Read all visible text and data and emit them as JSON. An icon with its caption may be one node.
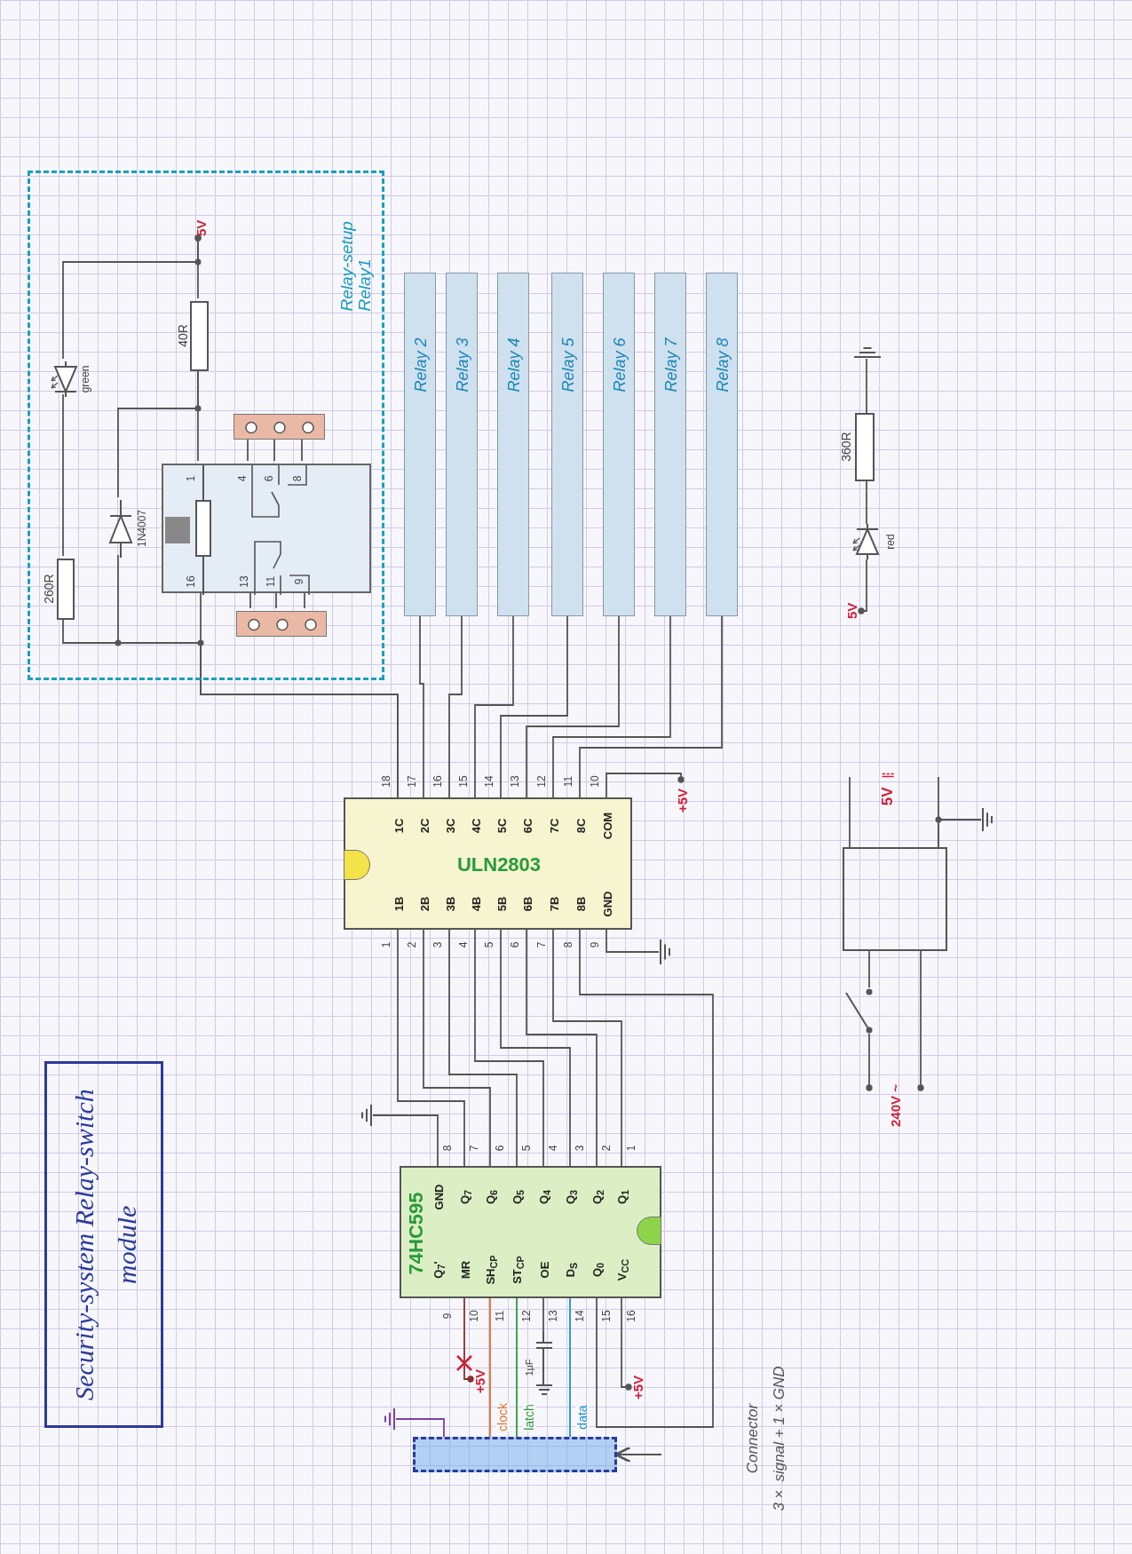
{
  "diagram": {
    "title": "Security-system Relay-switch module",
    "nodes": [
      {
        "text": [
          "Relay-setup Relay1"
        ]
      },
      {
        "text": [
          "5V"
        ],
        "in": 0
      },
      {
        "text": [
          "40R"
        ],
        "in": 0
      },
      {
        "text": [
          "green"
        ],
        "in": 0
      },
      {
        "text": [
          "260R"
        ],
        "in": 0
      },
      {
        "text": [
          "1N4007"
        ],
        "in": 0
      },
      {
        "text": [
          "1",
          "16",
          "4",
          "6",
          "8",
          "13",
          "11",
          "9"
        ],
        "in": 0
      },
      {
        "text": [],
        "shape": "box",
        "in": 0
      },
      {
        "text": [],
        "shape": "box",
        "in": 0
      },
      {
        "text": [
          "Relay 2"
        ]
      },
      {
        "text": [
          "Relay 3"
        ]
      },
      {
        "text": [
          "Relay 4"
        ]
      },
      {
        "text": [
          "Relay 5"
        ]
      },
      {
        "text": [
          "Relay 6"
        ]
      },
      {
        "text": [
          "Relay 7"
        ]
      },
      {
        "text": [
          "Relay 8"
        ]
      },
      {
        "text": [
          "ULN2803",
          "1C",
          "2C",
          "3C",
          "4C",
          "5C",
          "6C",
          "7C",
          "8C",
          "COM",
          "1B",
          "2B",
          "3B",
          "4B",
          "5B",
          "6B",
          "7B",
          "8B",
          "GND"
        ]
      },
      {
        "text": [
          "+5V"
        ]
      },
      {
        "text": [],
        "shape": "ground"
      },
      {
        "text": [
          "74HC595",
          "GND",
          "Q$_{7}$",
          "Q$_{6}$",
          "Q$_{5}$",
          "Q$_{4}$",
          "Q$_{3}$",
          "Q$_{2}$",
          "Q$_{1}$",
          "Q$_{7}$'",
          "MR",
          "SH$_{CP}$",
          "ST$_{CP}$",
          "OE",
          "D$_{S}$",
          "Q$_{0}$",
          "V$_{CC}$"
        ]
      },
      {
        "text": [],
        "shape": "ground"
      },
      {
        "text": [
          "+5V"
        ]
      },
      {
        "text": [
          "+5V"
        ]
      },
      {
        "text": [
          "1μF"
        ]
      },
      {
        "text": [],
        "shape": "box"
      },
      {
        "text": [],
        "shape": "ground"
      },
      {
        "text": [
          "5V"
        ]
      },
      {
        "text": [
          "red"
        ]
      },
      {
        "text": [
          "360R"
        ]
      },
      {
        "text": [],
        "shape": "ground"
      },
      {
        "text": [],
        "shape": "box"
      },
      {
        "text": [],
        "shape": "ground"
      },
      {
        "text": [],
        "shape": "switch"
      },
      {
        "text": [
          "240V ~"
        ]
      }
    ],
    "edges": [
      {
        "from": 1,
        "to": 2,
        "arrow": "other"
      },
      {
        "from": 1,
        "to": 3,
        "arrow": "other"
      },
      {
        "from": 2,
        "to": 6,
        "arrow": "none"
      },
      {
        "from": 2,
        "to": 5,
        "arrow": "none"
      },
      {
        "from": 3,
        "to": 4,
        "arrow": "none"
      },
      {
        "from": 16,
        "to": 4,
        "arrow": "none"
      },
      {
        "from": 16,
        "to": 5,
        "arrow": "none"
      },
      {
        "from": 16,
        "to": 6,
        "arrow": "none"
      },
      {
        "from": 6,
        "to": 7,
        "arrow": "none"
      },
      {
        "from": 6,
        "to": 7,
        "arrow": "none"
      },
      {
        "from": 6,
        "to": 7,
        "arrow": "none"
      },
      {
        "from": 6,
        "to": 8,
        "arrow": "none"
      },
      {
        "from": 6,
        "to": 8,
        "arrow": "none"
      },
      {
        "from": 6,
        "to": 8,
        "arrow": "none"
      },
      {
        "from": 16,
        "to": 9,
        "arrow": "none"
      },
      {
        "from": 16,
        "to": 10,
        "arrow": "none"
      },
      {
        "from": 16,
        "to": 11,
        "arrow": "none"
      },
      {
        "from": 16,
        "to": 12,
        "arrow": "none"
      },
      {
        "from": 16,
        "to": 13,
        "arrow": "none"
      },
      {
        "from": 16,
        "to": 14,
        "arrow": "none"
      },
      {
        "from": 16,
        "to": 15,
        "arrow": "none"
      },
      {
        "from": 16,
        "to": 17,
        "arrow": "other"
      },
      {
        "from": 16,
        "to": 18,
        "arrow": "none"
      },
      {
        "from": 19,
        "to": 16,
        "arrow": "none"
      },
      {
        "from": 19,
        "to": 16,
        "arrow": "none"
      },
      {
        "from": 19,
        "to": 16,
        "arrow": "none"
      },
      {
        "from": 19,
        "to": 16,
        "arrow": "none"
      },
      {
        "from": 19,
        "to": 16,
        "arrow": "none"
      },
      {
        "from": 19,
        "to": 16,
        "arrow": "none"
      },
      {
        "from": 19,
        "to": 16,
        "arrow": "none"
      },
      {
        "from": 19,
        "to": 16,
        "arrow": "none"
      },
      {
        "from": 19,
        "to": 20,
        "arrow": "none"
      },
      {
        "from": 19,
        "to": 21,
        "arrow": "other",
        "color": "#8b2e2e"
      },
      {
        "from": 19,
        "to": 22,
        "arrow": "other"
      },
      {
        "from": 19,
        "to": 23,
        "arrow": "none"
      },
      {
        "from": 19,
        "to": 24,
        "arrow": "none",
        "label": "clock",
        "color": "#e0702a"
      },
      {
        "from": 19,
        "to": 24,
        "arrow": "none",
        "label": "latch",
        "color": "#2a9a3a"
      },
      {
        "from": 19,
        "to": 24,
        "arrow": "none",
        "label": "data",
        "color": "#1a8fd0"
      },
      {
        "from": 24,
        "to": 25,
        "arrow": "none",
        "color": "#7a3fb0"
      },
      {
        "from": null,
        "to": 24,
        "arrow": "to"
      },
      {
        "from": 26,
        "to": 27,
        "arrow": "other"
      },
      {
        "from": 27,
        "to": 28,
        "arrow": "none"
      },
      {
        "from": 28,
        "to": 29,
        "arrow": "none"
      },
      {
        "from": 30,
        "to": null,
        "arrow": "none"
      },
      {
        "from": 30,
        "to": null,
        "arrow": "none"
      },
      {
        "from": 30,
        "to": 31,
        "arrow": "none"
      },
      {
        "from": 30,
        "to": 32,
        "arrow": "none"
      },
      {
        "from": 32,
        "to": 33,
        "arrow": "other"
      },
      {
        "from": 30,
        "to": 33,
        "arrow": "other"
      }
    ],
    "labels": [
      "18",
      "17",
      "16",
      "15",
      "14",
      "13",
      "12",
      "11",
      "10",
      "1",
      "2",
      "3",
      "4",
      "5",
      "6",
      "7",
      "8",
      "9",
      "8",
      "7",
      "6",
      "5",
      "4",
      "3",
      "2",
      "1",
      "9",
      "10",
      "11",
      "12",
      "13",
      "14",
      "15",
      "16",
      "5V ⎓",
      "Connector",
      "3× signal + 1×GND"
    ]
  }
}
